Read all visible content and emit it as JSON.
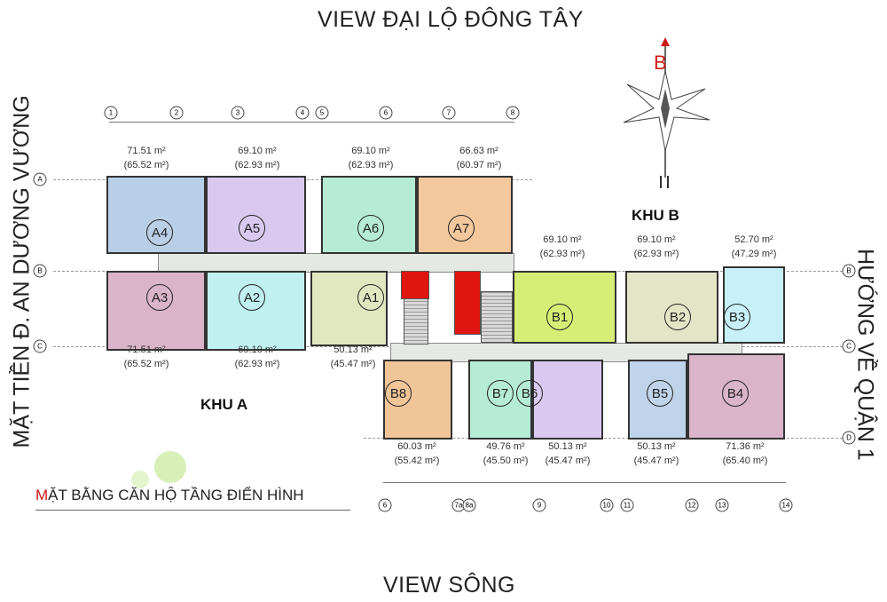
{
  "views": {
    "top": "VIEW ĐẠI LỘ ĐÔNG TÂY",
    "bottom": "VIEW SÔNG",
    "left": "MẶT TIỀN Đ. AN DƯƠNG VƯƠNG",
    "right": "HƯỚNG VỀ QUẬN 1"
  },
  "zones": {
    "a": "KHU A",
    "b": "KHU B"
  },
  "title": {
    "first": "M",
    "rest": "ẶT BẰNG CĂN HỘ TẦNG ĐIỂN HÌNH",
    "accent": "#d01818"
  },
  "compass": {
    "label": "B"
  },
  "units": [
    {
      "id": "A4",
      "area": "71.51 m²",
      "net": "(65.52 m²)",
      "color": "#b9cfe7"
    },
    {
      "id": "A5",
      "area": "69.10 m²",
      "net": "(62.93 m²)",
      "color": "#d9c9f0"
    },
    {
      "id": "A6",
      "area": "69.10 m²",
      "net": "(62.93 m²)",
      "color": "#b6ecd6"
    },
    {
      "id": "A7",
      "area": "66.63 m²",
      "net": "(60.97 m²)",
      "color": "#f2c89c"
    },
    {
      "id": "A3",
      "area": "71.51 m²",
      "net": "(65.52 m²)",
      "color": "#dab4c8"
    },
    {
      "id": "A2",
      "area": "69.10 m²",
      "net": "(62.93 m²)",
      "color": "#c0f0f0"
    },
    {
      "id": "A1",
      "area": "50.13 m²",
      "net": "(45.47 m²)",
      "color": "#e1e7c1"
    },
    {
      "id": "B1",
      "area": "69.10 m²",
      "net": "(62.93 m²)",
      "color": "#d6ee76"
    },
    {
      "id": "B2",
      "area": "69.10 m²",
      "net": "(62.93 m²)",
      "color": "#e3e6c6"
    },
    {
      "id": "B3",
      "area": "52.70 m²",
      "net": "(47.29 m²)",
      "color": "#c7f0f8"
    },
    {
      "id": "B8",
      "area": "60.03 m²",
      "net": "(55.42 m²)",
      "color": "#f0c598"
    },
    {
      "id": "B7",
      "area": "49.76 m²",
      "net": "(45.50 m²)",
      "color": "#b6ecd6"
    },
    {
      "id": "B6",
      "area": "50.13 m²",
      "net": "(45.47 m²)",
      "color": "#d9c9f0"
    },
    {
      "id": "B5",
      "area": "50.13 m²",
      "net": "(45.47 m²)",
      "color": "#bfd4eb"
    },
    {
      "id": "B4",
      "area": "71.36 m²",
      "net": "(65.40 m²)",
      "color": "#dab4c8"
    }
  ],
  "grid_top": [
    "1",
    "2",
    "3",
    "4",
    "5",
    "6",
    "7",
    "8"
  ],
  "grid_bottom": [
    "6",
    "7a",
    "8a",
    "9",
    "10",
    "11",
    "12",
    "13",
    "14"
  ],
  "grid_rows": [
    "A",
    "B",
    "C",
    "D"
  ]
}
